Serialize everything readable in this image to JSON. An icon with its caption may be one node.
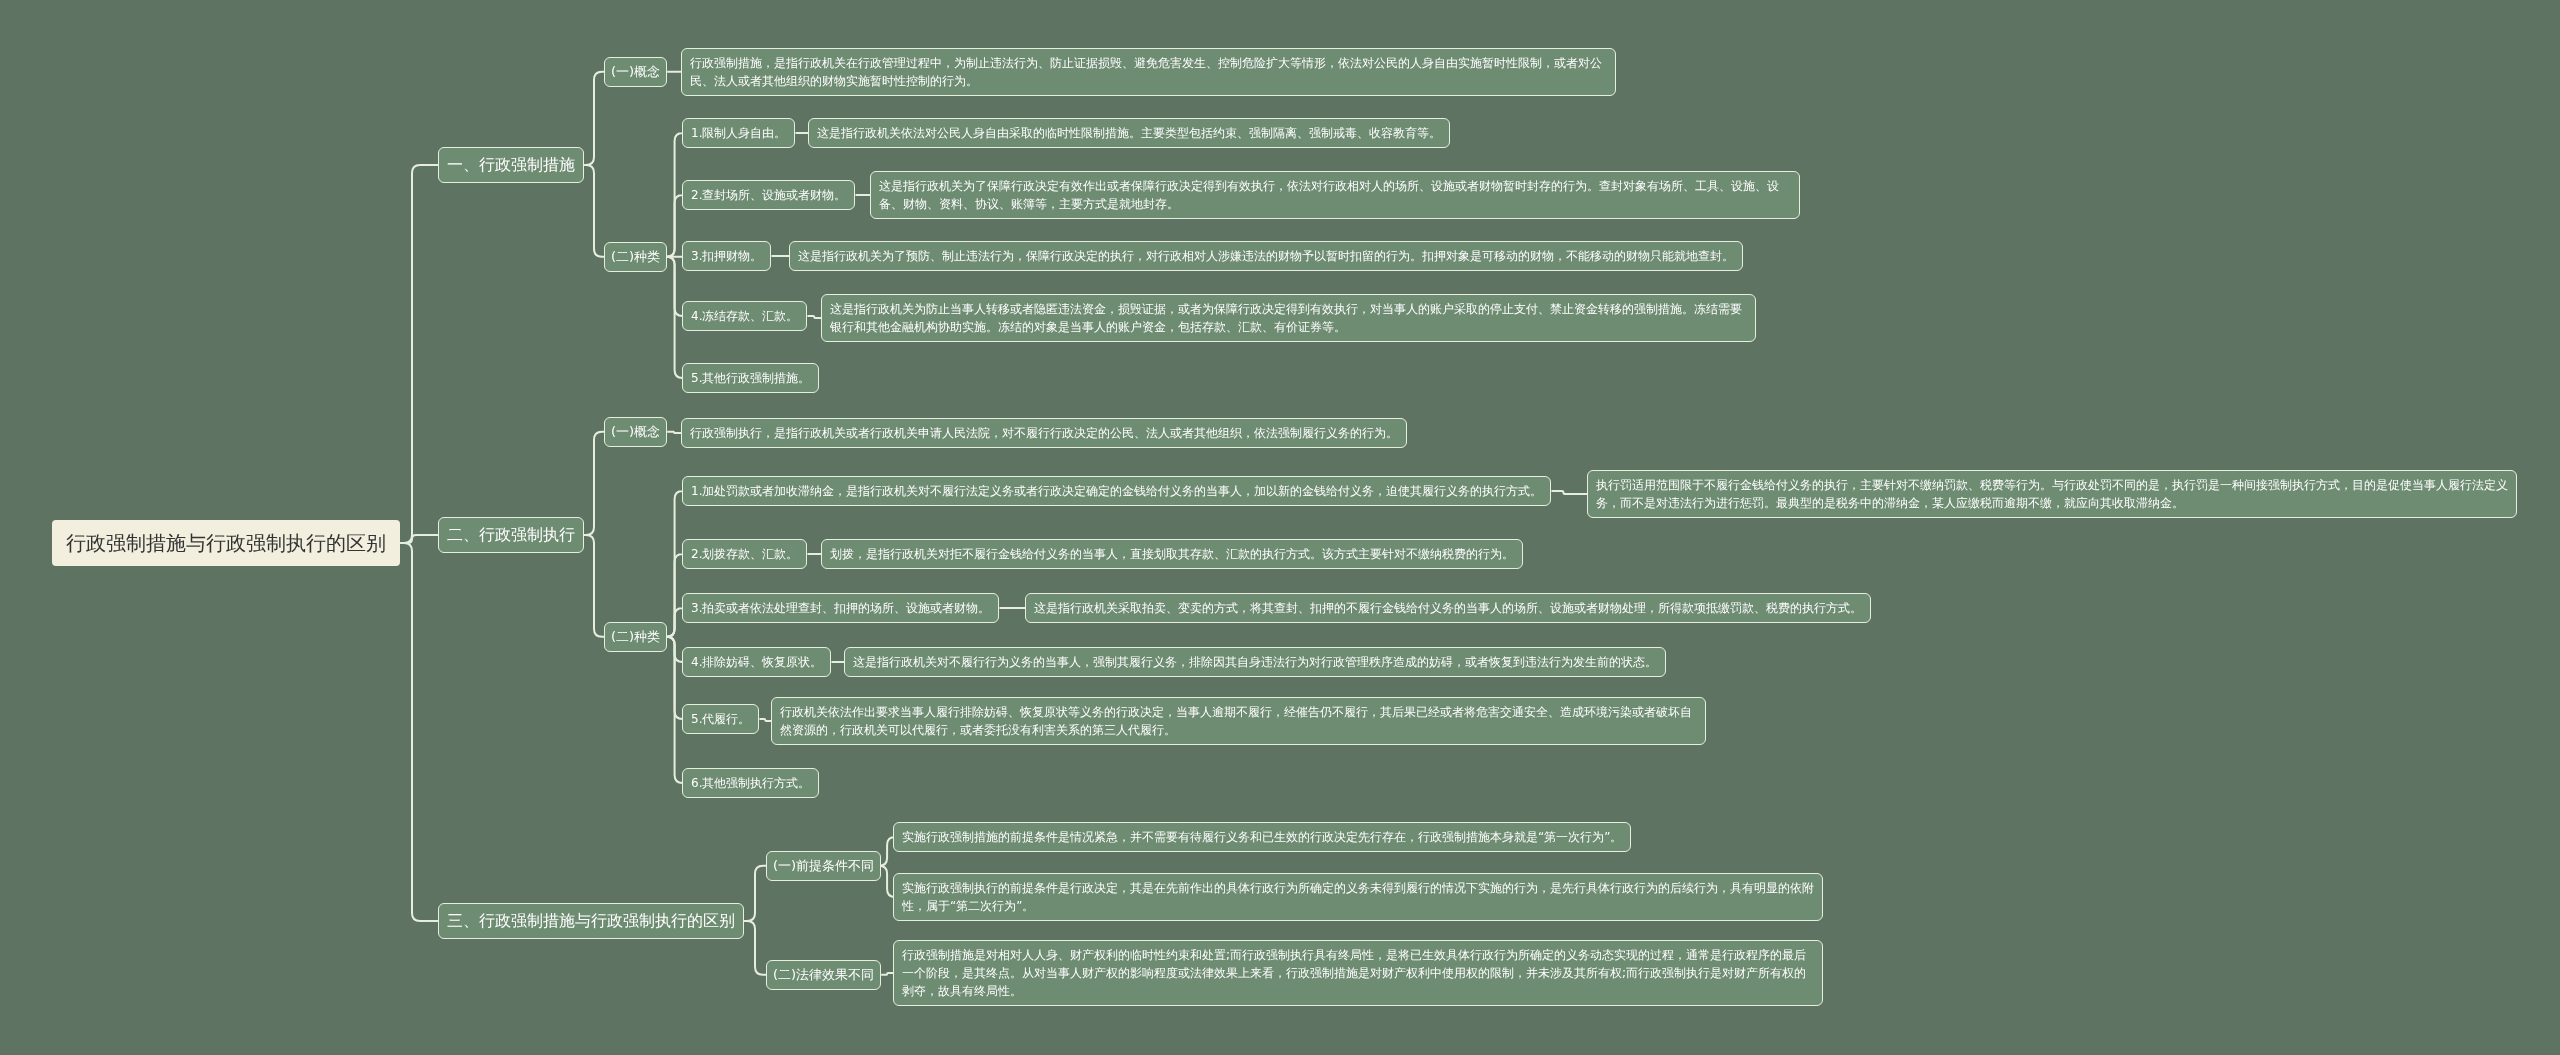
{
  "diagram": {
    "nodes": [
      {
        "text": [
          "行政强制措施与行政强制执行的区别"
        ]
      },
      {
        "text": [
          "一、行政强制措施"
        ]
      },
      {
        "text": [
          "(一)概念"
        ]
      },
      {
        "text": [
          "行政强制措施，是指行政机关在行政管理过程中，为制止违法行为、防止证据损毁、避免危害发生、控制危险扩大等情形，依法对公民的人身自由实施暂时性限制，或者对公民、法人或者其他组织的财物实施暂时性控制的行为。"
        ]
      },
      {
        "text": [
          "(二)种类"
        ]
      },
      {
        "text": [
          "1.限制人身自由。"
        ]
      },
      {
        "text": [
          "这是指行政机关依法对公民人身自由采取的临时性限制措施。主要类型包括约束、强制隔离、强制戒毒、收容教育等。"
        ]
      },
      {
        "text": [
          "2.查封场所、设施或者财物。"
        ]
      },
      {
        "text": [
          "这是指行政机关为了保障行政决定有效作出或者保障行政决定得到有效执行，依法对行政相对人的场所、设施或者财物暂时封存的行为。查封对象有场所、工具、设施、设备、财物、资料、协议、账簿等，主要方式是就地封存。"
        ]
      },
      {
        "text": [
          "3.扣押财物。"
        ]
      },
      {
        "text": [
          "这是指行政机关为了预防、制止违法行为，保障行政决定的执行，对行政相对人涉嫌违法的财物予以暂时扣留的行为。扣押对象是可移动的财物，不能移动的财物只能就地查封。"
        ]
      },
      {
        "text": [
          "4.冻结存款、汇款。"
        ]
      },
      {
        "text": [
          "这是指行政机关为防止当事人转移或者隐匿违法资金，损毁证据，或者为保障行政决定得到有效执行，对当事人的账户采取的停止支付、禁止资金转移的强制措施。冻结需要银行和其他金融机构协助实施。冻结的对象是当事人的账户资金，包括存款、汇款、有价证券等。"
        ]
      },
      {
        "text": [
          "5.其他行政强制措施。"
        ]
      },
      {
        "text": [
          "二、行政强制执行"
        ]
      },
      {
        "text": [
          "(一)概念"
        ]
      },
      {
        "text": [
          "行政强制执行，是指行政机关或者行政机关申请人民法院，对不履行行政决定的公民、法人或者其他组织，依法强制履行义务的行为。"
        ]
      },
      {
        "text": [
          "(二)种类"
        ]
      },
      {
        "text": [
          "1.加处罚款或者加收滞纳金，是指行政机关对不履行法定义务或者行政决定确定的金钱给付义务的当事人，加以新的金钱给付义务，迫使其履行义务的执行方式。"
        ]
      },
      {
        "text": [
          "执行罚适用范围限于不履行金钱给付义务的执行，主要针对不缴纳罚款、税费等行为。与行政处罚不同的是，执行罚是一种间接强制执行方式，目的是促使当事人履行法定义务，而不是对违法行为进行惩罚。最典型的是税务中的滞纳金，某人应缴税而逾期不缴，就应向其收取滞纳金。"
        ]
      },
      {
        "text": [
          "2.划拨存款、汇款。"
        ]
      },
      {
        "text": [
          "划拨，是指行政机关对拒不履行金钱给付义务的当事人，直接划取其存款、汇款的执行方式。该方式主要针对不缴纳税费的行为。"
        ]
      },
      {
        "text": [
          "3.拍卖或者依法处理查封、扣押的场所、设施或者财物。"
        ]
      },
      {
        "text": [
          "这是指行政机关采取拍卖、变卖的方式，将其查封、扣押的不履行金钱给付义务的当事人的场所、设施或者财物处理，所得款项抵缴罚款、税费的执行方式。"
        ]
      },
      {
        "text": [
          "4.排除妨碍、恢复原状。"
        ]
      },
      {
        "text": [
          "这是指行政机关对不履行行为义务的当事人，强制其履行义务，排除因其自身违法行为对行政管理秩序造成的妨碍，或者恢复到违法行为发生前的状态。"
        ]
      },
      {
        "text": [
          "5.代履行。"
        ]
      },
      {
        "text": [
          "行政机关依法作出要求当事人履行排除妨碍、恢复原状等义务的行政决定，当事人逾期不履行，经催告仍不履行，其后果已经或者将危害交通安全、造成环境污染或者破坏自然资源的，行政机关可以代履行，或者委托没有利害关系的第三人代履行。"
        ]
      },
      {
        "text": [
          "6.其他强制执行方式。"
        ]
      },
      {
        "text": [
          "三、行政强制措施与行政强制执行的区别"
        ]
      },
      {
        "text": [
          "(一)前提条件不同"
        ]
      },
      {
        "text": [
          "实施行政强制措施的前提条件是情况紧急，并不需要有待履行义务和已生效的行政决定先行存在，行政强制措施本身就是“第一次行为”。"
        ]
      },
      {
        "text": [
          "实施行政强制执行的前提条件是行政决定，其是在先前作出的具体行政行为所确定的义务未得到履行的情况下实施的行为，是先行具体行政行为的后续行为，具有明显的依附性，属于“第二次行为”。"
        ]
      },
      {
        "text": [
          "(二)法律效果不同"
        ]
      },
      {
        "text": [
          "行政强制措施是对相对人人身、财产权利的临时性约束和处置;而行政强制执行具有终局性，是将已生效具体行政行为所确定的义务动态实现的过程，通常是行政程序的最后一个阶段，是其终点。从对当事人财产权的影响程度或法律效果上来看，行政强制措施是对财产权利中使用权的限制，并未涉及其所有权;而行政强制执行是对财产所有权的剥夺，故具有终局性。"
        ]
      }
    ],
    "edges": [
      {
        "from": 0,
        "to": 1,
        "arrow": "none"
      },
      {
        "from": 1,
        "to": 2,
        "arrow": "none"
      },
      {
        "from": 2,
        "to": 3,
        "arrow": "none"
      },
      {
        "from": 1,
        "to": 4,
        "arrow": "none"
      },
      {
        "from": 4,
        "to": 5,
        "arrow": "none"
      },
      {
        "from": 5,
        "to": 6,
        "arrow": "none"
      },
      {
        "from": 4,
        "to": 7,
        "arrow": "none"
      },
      {
        "from": 7,
        "to": 8,
        "arrow": "none"
      },
      {
        "from": 4,
        "to": 9,
        "arrow": "none"
      },
      {
        "from": 9,
        "to": 10,
        "arrow": "none"
      },
      {
        "from": 4,
        "to": 11,
        "arrow": "none"
      },
      {
        "from": 11,
        "to": 12,
        "arrow": "none"
      },
      {
        "from": 4,
        "to": 13,
        "arrow": "none"
      },
      {
        "from": 0,
        "to": 14,
        "arrow": "none"
      },
      {
        "from": 14,
        "to": 15,
        "arrow": "none"
      },
      {
        "from": 15,
        "to": 16,
        "arrow": "none"
      },
      {
        "from": 14,
        "to": 17,
        "arrow": "none"
      },
      {
        "from": 17,
        "to": 18,
        "arrow": "none"
      },
      {
        "from": 18,
        "to": 19,
        "arrow": "none"
      },
      {
        "from": 17,
        "to": 20,
        "arrow": "none"
      },
      {
        "from": 20,
        "to": 21,
        "arrow": "none"
      },
      {
        "from": 17,
        "to": 22,
        "arrow": "none"
      },
      {
        "from": 22,
        "to": 23,
        "arrow": "none"
      },
      {
        "from": 17,
        "to": 24,
        "arrow": "none"
      },
      {
        "from": 24,
        "to": 25,
        "arrow": "none"
      },
      {
        "from": 17,
        "to": 26,
        "arrow": "none"
      },
      {
        "from": 26,
        "to": 27,
        "arrow": "none"
      },
      {
        "from": 17,
        "to": 28,
        "arrow": "none"
      },
      {
        "from": 0,
        "to": 29,
        "arrow": "none"
      },
      {
        "from": 29,
        "to": 30,
        "arrow": "none"
      },
      {
        "from": 30,
        "to": 31,
        "arrow": "none"
      },
      {
        "from": 30,
        "to": 32,
        "arrow": "none"
      },
      {
        "from": 29,
        "to": 33,
        "arrow": "none"
      },
      {
        "from": 33,
        "to": 34,
        "arrow": "none"
      }
    ]
  }
}
